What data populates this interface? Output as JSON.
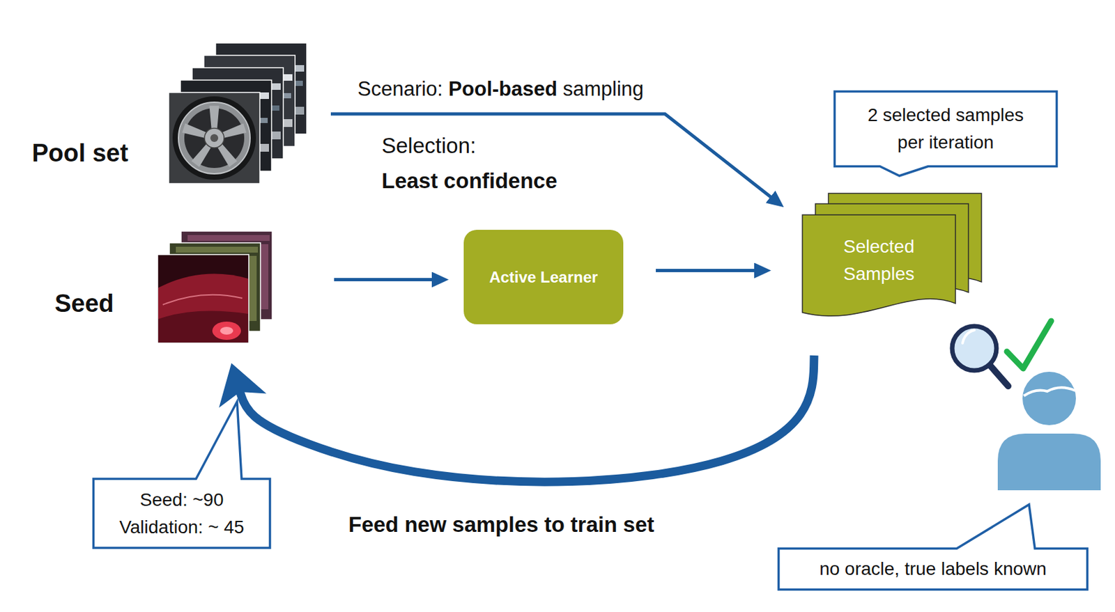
{
  "diagram": {
    "nodes": [
      {
        "text": [
          "Pool set"
        ]
      },
      {
        "text": [
          "2 selected samples per iteration"
        ]
      },
      {
        "text": [
          "Seed"
        ]
      },
      {
        "text": [
          "Active Learner"
        ]
      },
      {
        "text": [
          "Selected Samples"
        ]
      },
      {
        "text": [
          "Seed: ~90 Validation: ~ 45"
        ]
      },
      {
        "text": [
          "no oracle, true labels known"
        ]
      }
    ],
    "edges": [
      {
        "from": 0,
        "to": 4,
        "arrow": "to",
        "label": "Scenario: Pool-based sampling"
      },
      {
        "from": 2,
        "to": 3,
        "arrow": "to"
      },
      {
        "from": 3,
        "to": 4,
        "arrow": "to"
      },
      {
        "from": 4,
        "to": 2,
        "arrow": "to",
        "label": "Feed new samples to train set"
      }
    ],
    "labels": [
      "Selection:",
      "Least confidence"
    ]
  }
}
